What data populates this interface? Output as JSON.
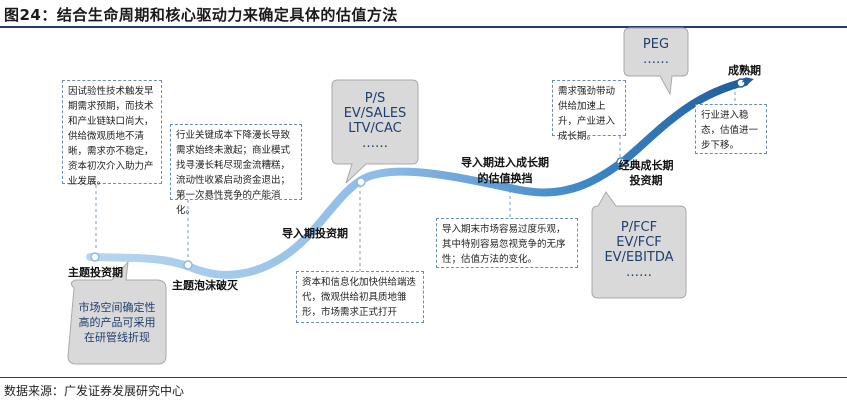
{
  "header": {
    "title": "图24：结合生命周期和核心驱动力来确定具体的估值方法"
  },
  "footer": {
    "source": "数据来源：广发证券发展研究中心"
  },
  "stages": {
    "s1": "主题投资期",
    "s2": "主题泡沫破灭",
    "s3": "导入期投资期",
    "s4": "导入期进入成长期的估值换挡",
    "s5": "经典成长期投资期",
    "s6": "成熟期"
  },
  "notes": {
    "n1": "因试验性技术触发早期需求预期，而技术和产业链缺口尚大，供给微观质地不清晰，需求亦不稳定，资本初次介入助力产业发展。",
    "n2": "行业关键成本下降漫长导致需求始终未激起；商业模式找寻漫长耗尽现金流糟糕，流动性收紧启动资金退出；第一次悬性竞争的产能消化。",
    "n3": "资本和信息化加快供给端迭代，微观供给初具质地雏形，市场需求正式打开",
    "n4": "导入期末市场容易过度乐观，其中特别容易忽视竞争的无序性；估值方法的变化。",
    "n5": "需求强劲带动供给加速上升，产业进入成长期。",
    "n6": "行业进入稳态，估值进一步下移。"
  },
  "bubbles": {
    "b1": "市场空间确定性高的产品可采用在研管线折现",
    "b2": {
      "lines": [
        "P/S",
        "EV/SALES",
        "LTV/CAC",
        "……"
      ]
    },
    "b3": {
      "lines": [
        "PEG",
        "……"
      ]
    },
    "b4": {
      "lines": [
        "P/FCF",
        "EV/FCF",
        "EV/EBITDA",
        "……"
      ]
    }
  }
}
